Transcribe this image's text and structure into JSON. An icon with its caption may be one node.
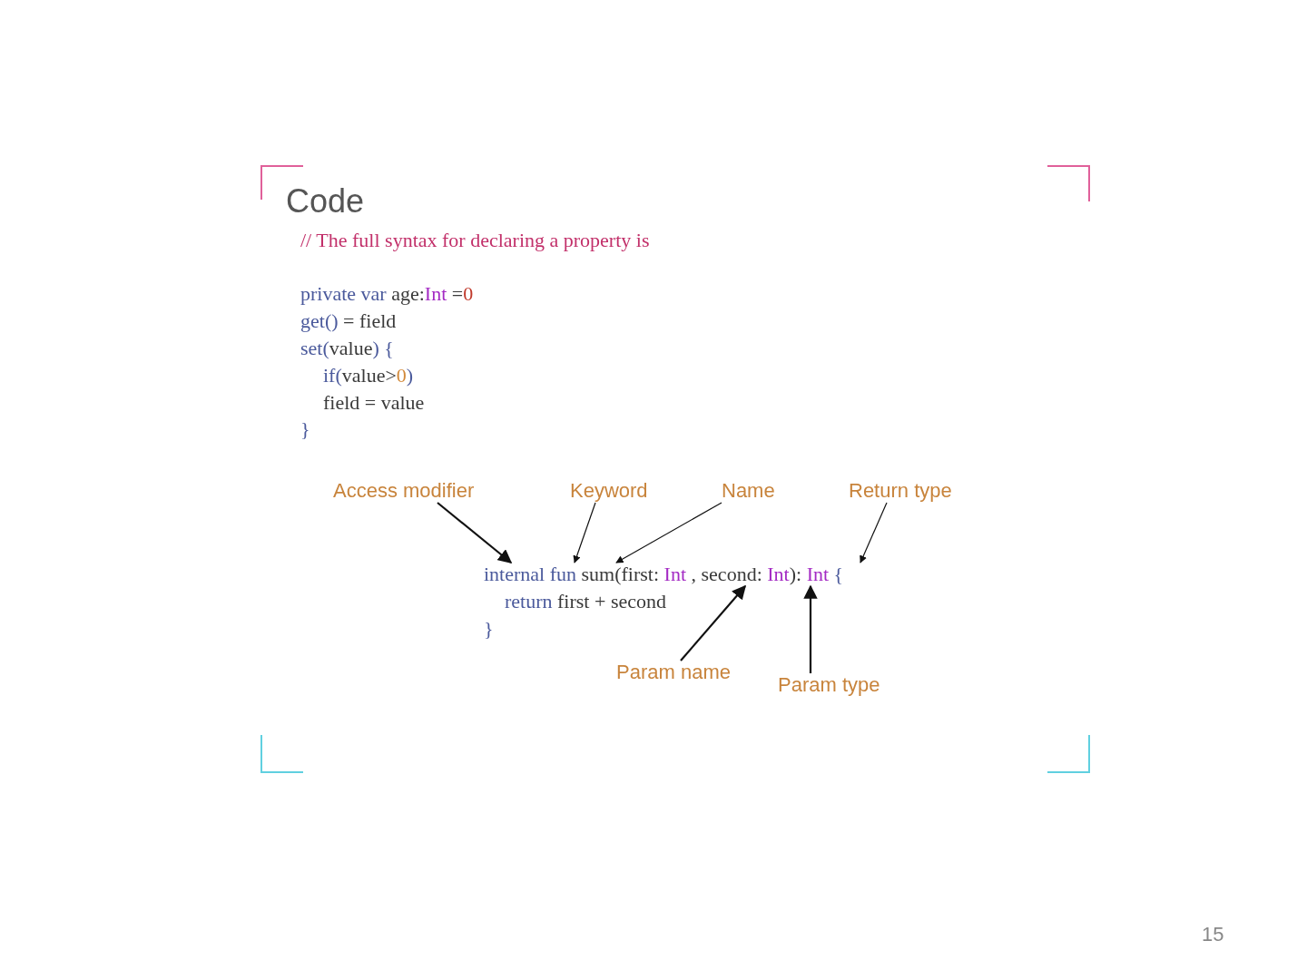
{
  "diagram": {
    "title": "Code",
    "nodes": [
      {
        "text": [
          "Access modifier"
        ]
      },
      {
        "text": [
          "Keyword"
        ]
      },
      {
        "text": [
          "Name"
        ]
      },
      {
        "text": [
          "Return type"
        ]
      },
      {
        "text": [
          "Param name"
        ]
      },
      {
        "text": [
          "Param type"
        ]
      },
      {
        "text": [
          "internal fun sum(first: Int , second: Int): Int {"
        ]
      }
    ],
    "edges": [
      {
        "from": 0,
        "to": 6,
        "arrow": "to"
      },
      {
        "from": 1,
        "to": 6,
        "arrow": "to"
      },
      {
        "from": 2,
        "to": 6,
        "arrow": "to"
      },
      {
        "from": 3,
        "to": 6,
        "arrow": "to"
      },
      {
        "from": 4,
        "to": 6,
        "arrow": "to"
      },
      {
        "from": 5,
        "to": 6,
        "arrow": "to"
      }
    ],
    "labels": [
      "// The full syntax for declaring a property is",
      "private var age:Int =0",
      "get() = field",
      "set(value) {",
      "if(value>0)",
      "field = value",
      "}",
      "return first + second",
      "}",
      "15"
    ]
  }
}
